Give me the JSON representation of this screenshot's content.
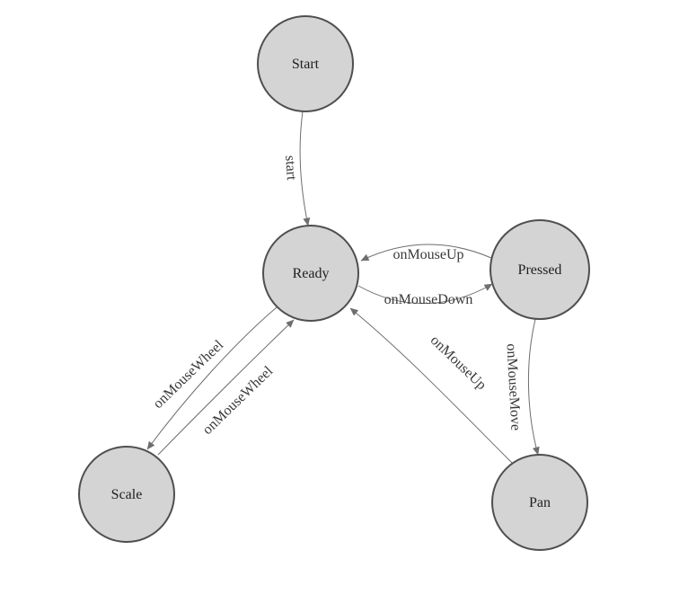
{
  "diagram": {
    "type": "state-machine",
    "theme": {
      "canvas_bg": "#ffffff",
      "node_fill": "#d4d4d4",
      "node_stroke": "#4f4f4f",
      "node_label_color": "#1f1f1f",
      "edge_color": "#6e6e6e",
      "edge_label_color": "#3a3a3a"
    },
    "nodes": [
      {
        "id": "start",
        "label": "Start"
      },
      {
        "id": "ready",
        "label": "Ready"
      },
      {
        "id": "pressed",
        "label": "Pressed"
      },
      {
        "id": "scale",
        "label": "Scale"
      },
      {
        "id": "pan",
        "label": "Pan"
      }
    ],
    "edges": [
      {
        "from": "Start",
        "to": "Ready",
        "label": "start"
      },
      {
        "from": "Pressed",
        "to": "Ready",
        "label": "onMouseUp"
      },
      {
        "from": "Ready",
        "to": "Pressed",
        "label": "onMouseDown"
      },
      {
        "from": "Ready",
        "to": "Scale",
        "label": "onMouseWheel"
      },
      {
        "from": "Scale",
        "to": "Ready",
        "label": "onMouseWheel"
      },
      {
        "from": "Pan",
        "to": "Ready",
        "label": "onMouseUp"
      },
      {
        "from": "Pressed",
        "to": "Pan",
        "label": "onMouseMove"
      }
    ]
  }
}
